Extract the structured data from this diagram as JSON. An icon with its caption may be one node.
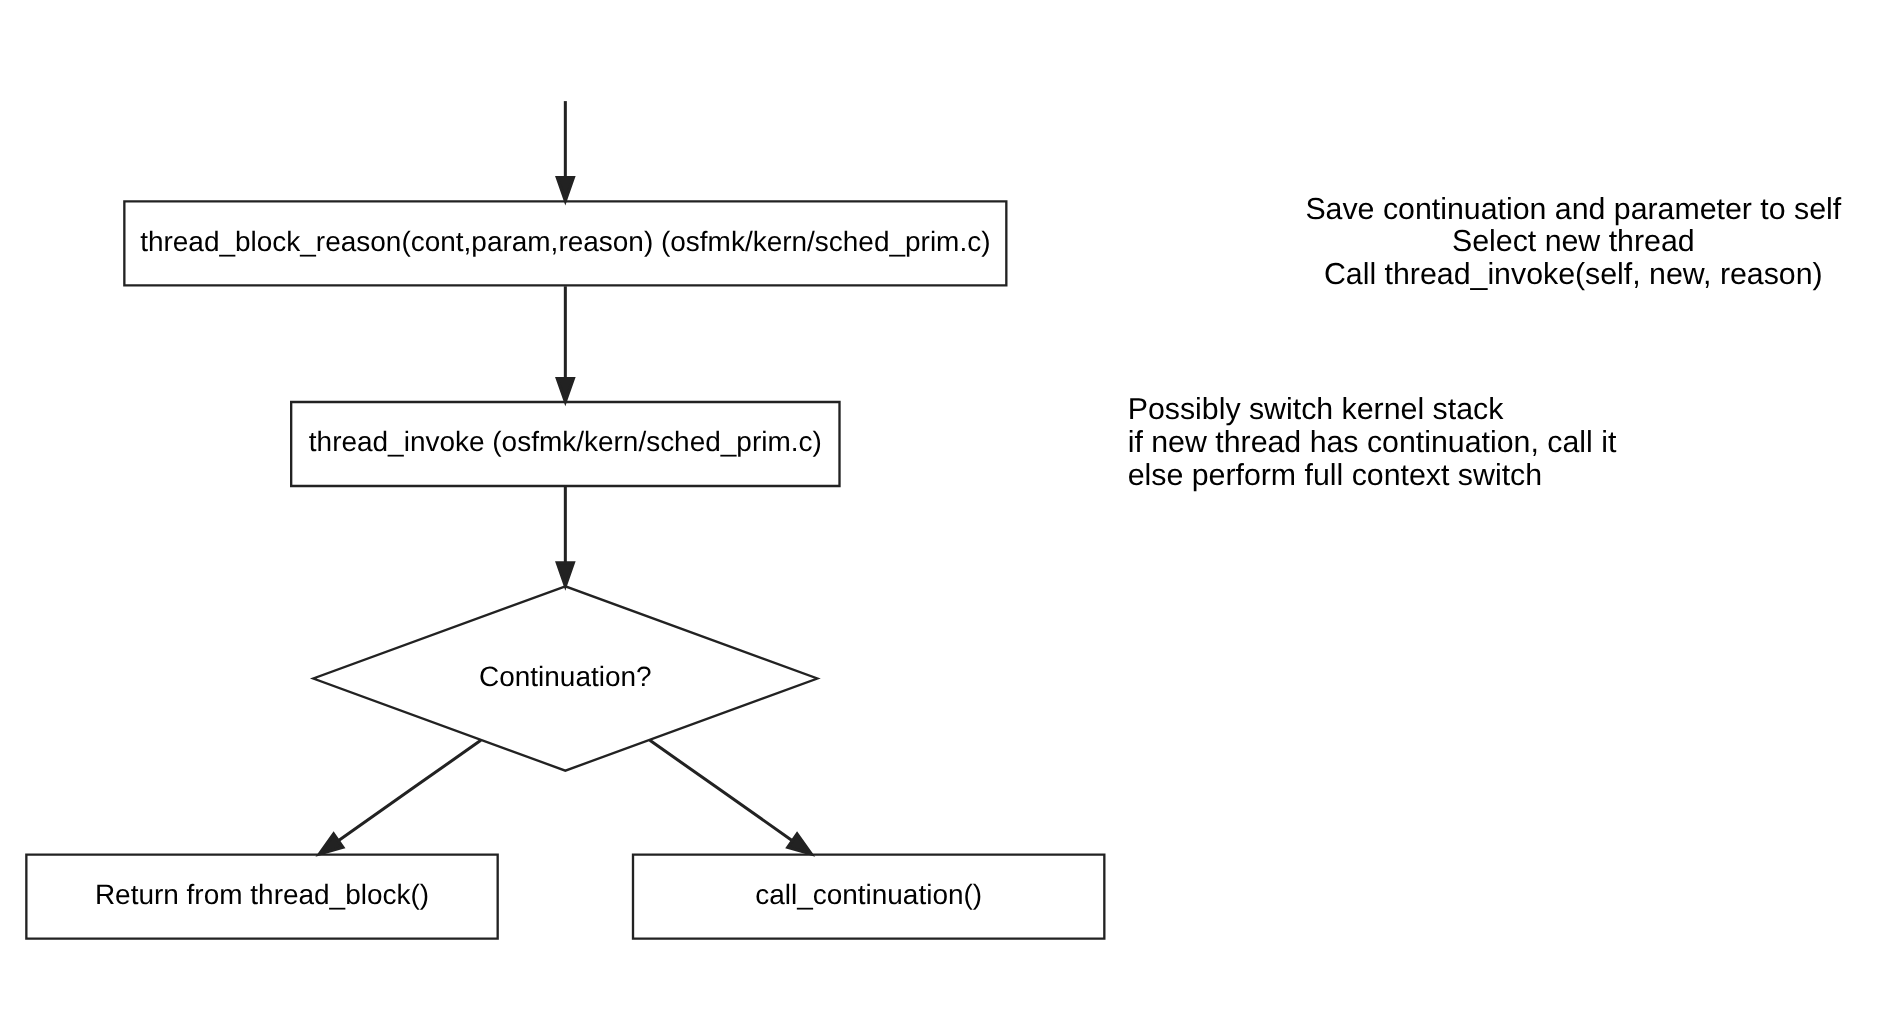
{
  "diagram": {
    "nodes": [
      {
        "text": [
          "thread_block_reason(cont,param,reason) (osfmk/kern/sched_prim.c)"
        ],
        "beside": [
          "Save continuation and parameter to self",
          "Select new thread",
          "Call thread_invoke(self, new, reason)"
        ]
      },
      {
        "text": [
          "thread_invoke (osfmk/kern/sched_prim.c)"
        ],
        "beside": [
          "Possibly switch kernel stack",
          "if new thread has continuation, call it",
          "else perform full context switch"
        ]
      },
      {
        "text": [
          "Continuation?"
        ]
      },
      {
        "text": [
          "Return from thread_block()"
        ]
      },
      {
        "text": [
          "call_continuation()"
        ]
      }
    ],
    "edges": [
      {
        "from": null,
        "to": 0,
        "arrow": "to"
      },
      {
        "from": 0,
        "to": 1,
        "arrow": "to"
      },
      {
        "from": 1,
        "to": 2,
        "arrow": "to"
      },
      {
        "from": 2,
        "to": 3,
        "arrow": "to"
      },
      {
        "from": 2,
        "to": 4,
        "arrow": "to"
      }
    ]
  }
}
